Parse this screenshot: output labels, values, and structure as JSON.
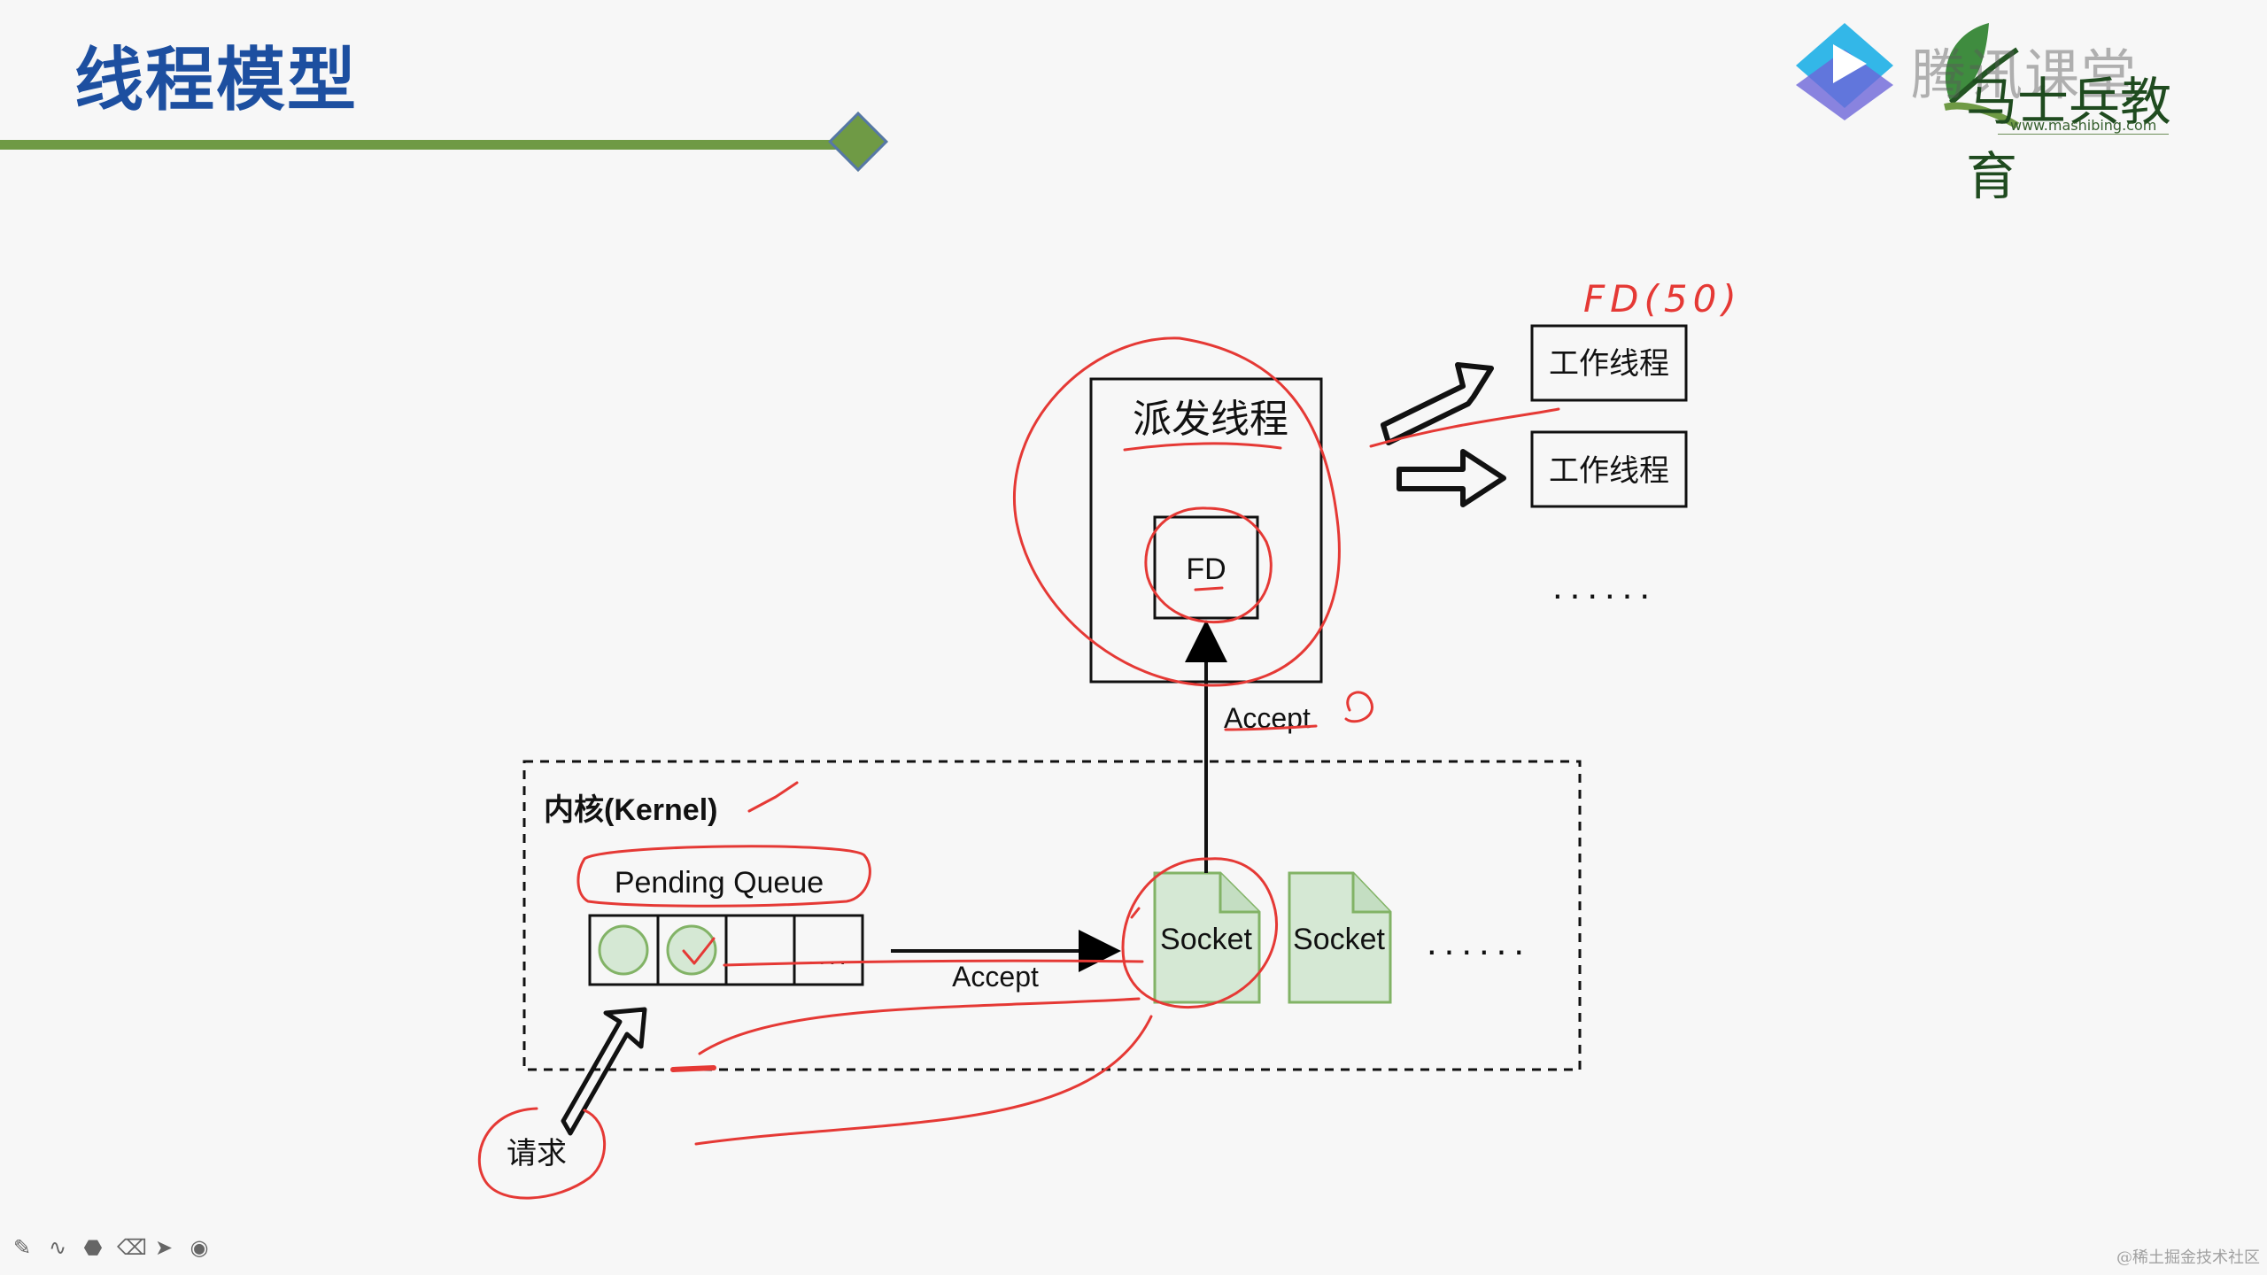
{
  "slide": {
    "title": "线程模型"
  },
  "logo": {
    "main": "腾讯课堂",
    "sub": "马士兵教育",
    "url": "www.mashibing.com"
  },
  "diagram": {
    "dispatch_thread": "派发线程",
    "fd": "FD",
    "worker_1": "工作线程",
    "worker_2": "工作线程",
    "worker_more": "......",
    "accept_upper": "Accept",
    "kernel": "内核(Kernel)",
    "pending_queue": "Pending Queue",
    "queue_more": "....",
    "accept_lower": "Accept",
    "socket_1": "Socket",
    "socket_2": "Socket",
    "socket_more": "......",
    "request": "请求",
    "handwritten_fd": "FD(50)"
  },
  "watermark": "@稀土掘金技术社区",
  "colors": {
    "title_blue": "#1d4fa0",
    "accent_green": "#6f9a45",
    "annotation_red": "#e53935",
    "socket_fill": "#d5e8d4",
    "socket_stroke": "#82b366"
  },
  "toolbar": {
    "icons": [
      "pencil-icon",
      "curve-icon",
      "marker-icon",
      "eraser-icon",
      "pointer-icon",
      "record-icon"
    ]
  }
}
